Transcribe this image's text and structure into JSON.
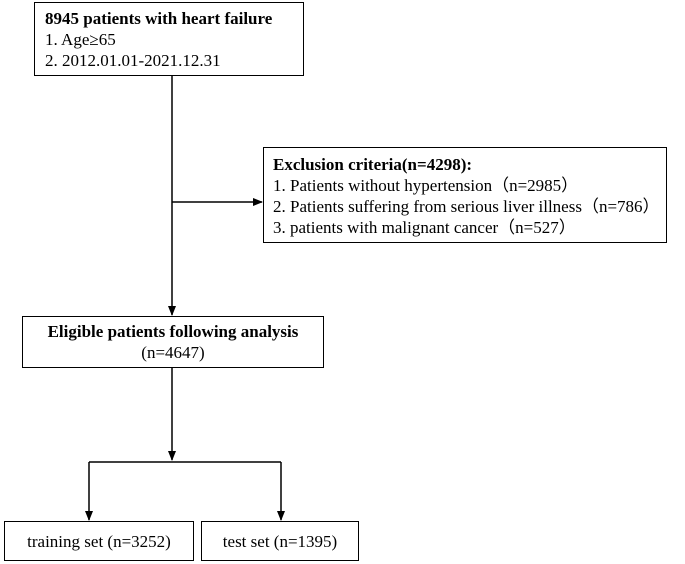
{
  "start": {
    "title": "8945 patients with heart failure",
    "item1": "1. Age≥65",
    "item2": "2. 2012.01.01-2021.12.31"
  },
  "exclusion": {
    "title": "Exclusion criteria(n=4298):",
    "item1": "1. Patients without hypertension（n=2985）",
    "item2": "2. Patients suffering from serious liver illness（n=786）",
    "item3": "3. patients with malignant cancer（n=527）"
  },
  "eligible": {
    "title": "Eligible patients following analysis",
    "count": "(n=4647)"
  },
  "training": {
    "label": "training set (n=3252)"
  },
  "test": {
    "label": "test set (n=1395)"
  }
}
